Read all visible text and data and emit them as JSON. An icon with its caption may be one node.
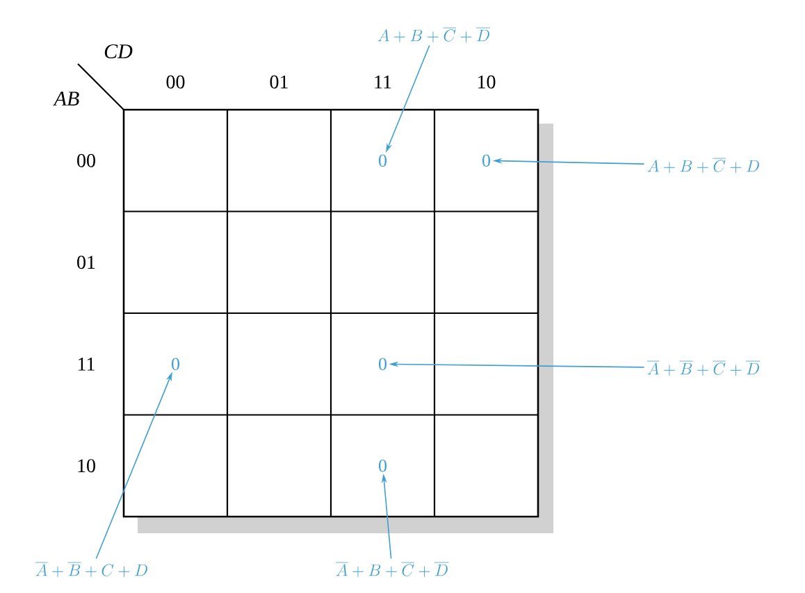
{
  "diagram": {
    "nodes": [
      {
        "text": [
          "A + B + \\overline{C} + \\overline{D}"
        ]
      },
      {
        "text": [
          "0"
        ]
      },
      {
        "text": [
          "0"
        ]
      },
      {
        "text": [
          "A + B + \\overline{C} + D"
        ]
      },
      {
        "text": [
          "0"
        ]
      },
      {
        "text": [
          "0"
        ]
      },
      {
        "text": [
          "\\overline{A} + \\overline{B} + \\overline{C} + \\overline{D}"
        ]
      },
      {
        "text": [
          "0"
        ]
      },
      {
        "text": [
          "\\overline{A} + \\overline{B} + C + D"
        ]
      },
      {
        "text": [
          "\\overline{A} + B + \\overline{C} + \\overline{D}"
        ]
      }
    ],
    "edges": [
      {
        "from": 0,
        "to": 1,
        "arrow": "to"
      },
      {
        "from": 3,
        "to": 2,
        "arrow": "to"
      },
      {
        "from": 6,
        "to": 5,
        "arrow": "to"
      },
      {
        "from": 8,
        "to": 4,
        "arrow": "to"
      },
      {
        "from": 9,
        "to": 7,
        "arrow": "to"
      }
    ],
    "labels": [
      "CD",
      "AB",
      "00",
      "01",
      "11",
      "10",
      "00",
      "01",
      "11",
      "10"
    ]
  }
}
